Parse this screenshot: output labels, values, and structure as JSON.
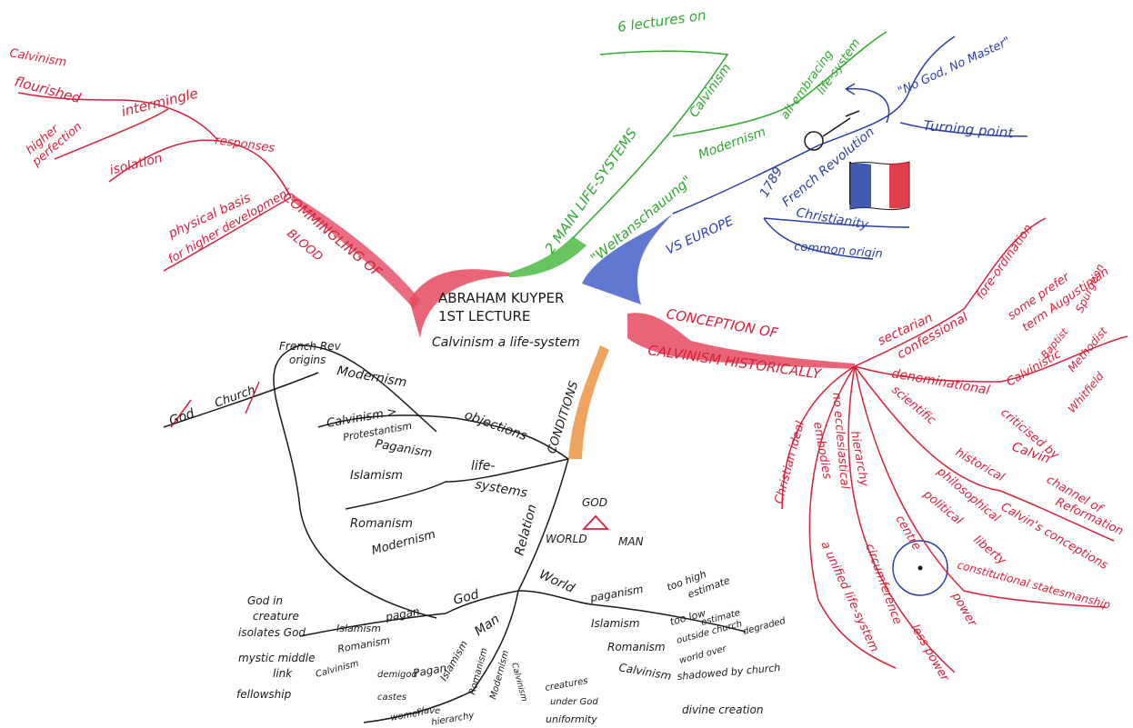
{
  "colors": {
    "red": "#d8203a",
    "green": "#2fa82c",
    "blue": "#2a3fa6",
    "orange": "#e58a3a",
    "black": "#1a1a1a",
    "flag_blue": "#1d3fa8",
    "flag_red": "#d8202a"
  },
  "center": {
    "line1": "ABRAHAM KUYPER",
    "line2": "1ST LECTURE",
    "line3": "Calvinism a life-system"
  },
  "red_left": {
    "main": "COMMINGLING OF",
    "blood": "BLOOD",
    "physical_basis": "physical basis",
    "higher_dev": "for higher development",
    "responses": "responses",
    "isolation": "isolation",
    "intermingle": "intermingle",
    "higher": "higher",
    "perfection": "perfection",
    "calvinism": "Calvinism",
    "flourished": "flourished"
  },
  "green": {
    "main": "2 MAIN LIFE-SYSTEMS",
    "calvinism": "Calvinism",
    "lectures": "6 lectures on",
    "weltanschauung": "\"Weltanschauung\"",
    "modernism": "Modernism",
    "all_embracing": "all-embracing",
    "life_system": "life-system"
  },
  "blue": {
    "main": "VS EUROPE",
    "year": "1789",
    "french_rev": "French Revolution",
    "no_god": "\"No God, No Master\"",
    "turning": "Turning point",
    "christianity": "Christianity",
    "common_origin": "common origin"
  },
  "red_right": {
    "main1": "CONCEPTION OF",
    "main2": "CALVINISM HISTORICALLY",
    "sectarian": "sectarian",
    "confessional": "confessional",
    "fore_ordination": "fore-ordination",
    "some_prefer": "some prefer",
    "term_augustinian": "term Augustinian",
    "denominational": "denominational",
    "calvinistic": "Calvinistic",
    "baptist": "Baptist",
    "spurgeon": "Spurgeon",
    "methodist": "Methodist",
    "whitfield": "Whitfield",
    "scientific": "scientific",
    "criticised_by": "criticised by",
    "calvin": "Calvin",
    "historical": "historical",
    "channel_of": "channel of",
    "reformation": "Reformation",
    "philosophical": "philosophical",
    "calvins_conceptions": "Calvin's conceptions",
    "political": "political",
    "liberty": "liberty",
    "constitutional": "constitutional statesmanship",
    "christian_ideal": "Christian ideal",
    "embodies": "embodies",
    "no_eccl": "no ecclesiastical",
    "hierarchy": "hierarchy",
    "unified": "a unified life-system",
    "circumference": "circumference",
    "centre": "centre",
    "power": "power",
    "less_power": "less power"
  },
  "orange": {
    "conditions": "CONDITIONS",
    "objections": "objections",
    "life": "life-",
    "systems": "systems",
    "relation": "Relation",
    "god": "God",
    "world": "World",
    "man": "Man"
  },
  "black": {
    "modernism": "Modernism",
    "french_rev": "French Rev",
    "origins": "origins",
    "god": "God",
    "church": "Church",
    "calvinism_gt": "Calvinism >",
    "protestantism": "Protestantism",
    "paganism": "Paganism",
    "islamism": "Islamism",
    "romanism": "Romanism",
    "modernism2": "Modernism",
    "tri_god": "GOD",
    "tri_world": "WORLD",
    "tri_man": "MAN",
    "pagan": "pagan",
    "god_in": "God in",
    "creature": "creature",
    "islamism2": "Islamism",
    "isolates": "isolates God",
    "romanism2": "Romanism",
    "mystic": "mystic middle",
    "link": "link",
    "calvinism2": "Calvinism",
    "fellowship": "fellowship",
    "pagan2": "Pagan",
    "demigod": "demigod",
    "castes": "castes",
    "islamism3": "Islamism",
    "women": "women",
    "slave": "slave",
    "romanism3": "Romanism",
    "hierarchy": "hierarchy",
    "modernism3": "Modernism",
    "calvinism3": "Calvinism",
    "creatures": "creatures",
    "under_god": "under God",
    "uniformity": "uniformity",
    "paganism_w": "paganism",
    "too_high": "too high",
    "estimate": "estimate",
    "islamism_w": "Islamism",
    "too_low": "too low",
    "estimate2": "estimate",
    "romanism_w": "Romanism",
    "outside_church": "outside church",
    "degraded": "degraded",
    "world_over": "world over",
    "shadowed": "shadowed by church",
    "calvinism_w": "Calvinism",
    "divine_creation": "divine creation"
  }
}
